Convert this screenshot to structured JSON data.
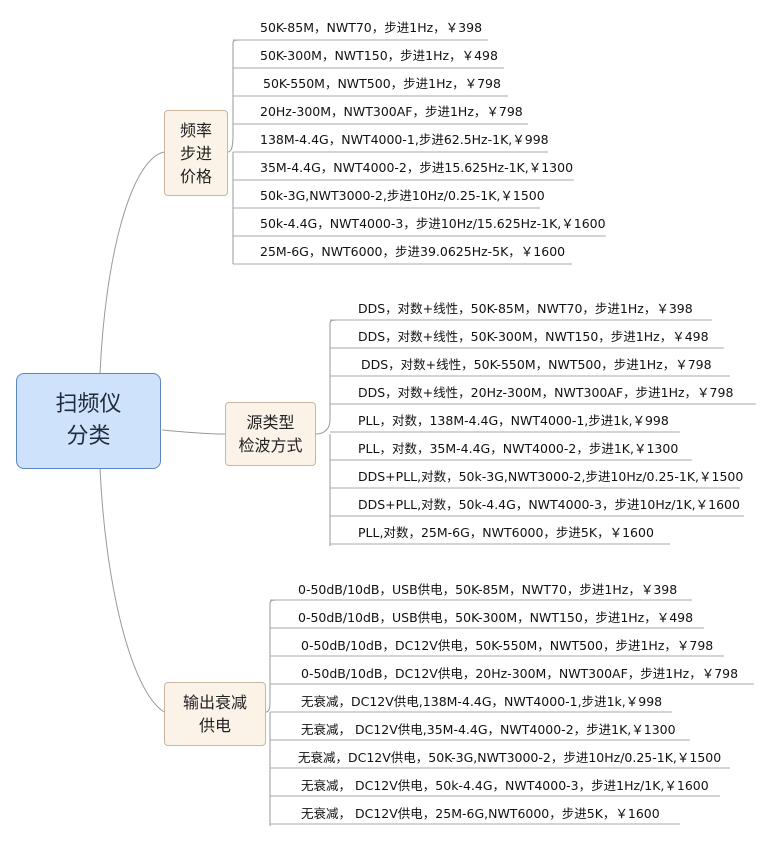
{
  "root": {
    "lines": [
      "扫频仪",
      "分类"
    ]
  },
  "branches": [
    {
      "lines": [
        "频率",
        "步进",
        "价格"
      ],
      "items": [
        "50K-85M，NWT70，步进1Hz，￥398",
        "50K-300M，NWT150，步进1Hz，￥498",
        "50K-550M，NWT500，步进1Hz，￥798",
        "20Hz-300M，NWT300AF，步进1Hz，￥798",
        "138M-4.4G，NWT4000-1,步进62.5Hz-1K,￥998",
        "35M-4.4G，NWT4000-2，步进15.625Hz-1K,￥1300",
        "50k-3G,NWT3000-2,步进10Hz/0.25-1K,￥1500",
        "50k-4.4G，NWT4000-3，步进10Hz/15.625Hz-1K,￥1600",
        "25M-6G，NWT6000，步进39.0625Hz-5K，￥1600"
      ]
    },
    {
      "lines": [
        "源类型",
        "检波方式"
      ],
      "items": [
        "DDS，对数+线性，50K-85M，NWT70，步进1Hz，￥398",
        "DDS，对数+线性，50K-300M，NWT150，步进1Hz，￥498",
        "DDS，对数+线性，50K-550M，NWT500，步进1Hz，￥798",
        "DDS，对数+线性，20Hz-300M，NWT300AF，步进1Hz，￥798",
        "PLL，对数，138M-4.4G，NWT4000-1,步进1k,￥998",
        "PLL，对数，35M-4.4G，NWT4000-2，步进1K,￥1300",
        "DDS+PLL,对数，50k-3G,NWT3000-2,步进10Hz/0.25-1K,￥1500",
        "DDS+PLL,对数，50k-4.4G，NWT4000-3，步进10Hz/1K,￥1600",
        "PLL,对数，25M-6G，NWT6000，步进5K，￥1600"
      ]
    },
    {
      "lines": [
        "输出衰减",
        "供电"
      ],
      "items": [
        "0-50dB/10dB，USB供电，50K-85M，NWT70，步进1Hz，￥398",
        "0-50dB/10dB，USB供电，50K-300M，NWT150，步进1Hz，￥498",
        "0-50dB/10dB，DC12V供电，50K-550M，NWT500，步进1Hz，￥798",
        "0-50dB/10dB，DC12V供电，20Hz-300M，NWT300AF，步进1Hz，￥798",
        "无衰减，DC12V供电,138M-4.4G，NWT4000-1,步进1k,￥998",
        "无衰减， DC12V供电,35M-4.4G，NWT4000-2，步进1K,￥1300",
        "无衰减，DC12V供电，50K-3G,NWT3000-2，步进10Hz/0.25-1K,￥1500",
        "无衰减， DC12V供电，50k-4.4G，NWT4000-3，步进1Hz/1K,￥1600",
        "无衰减， DC12V供电，25M-6G,NWT6000，步进5K，￥1600"
      ]
    }
  ]
}
